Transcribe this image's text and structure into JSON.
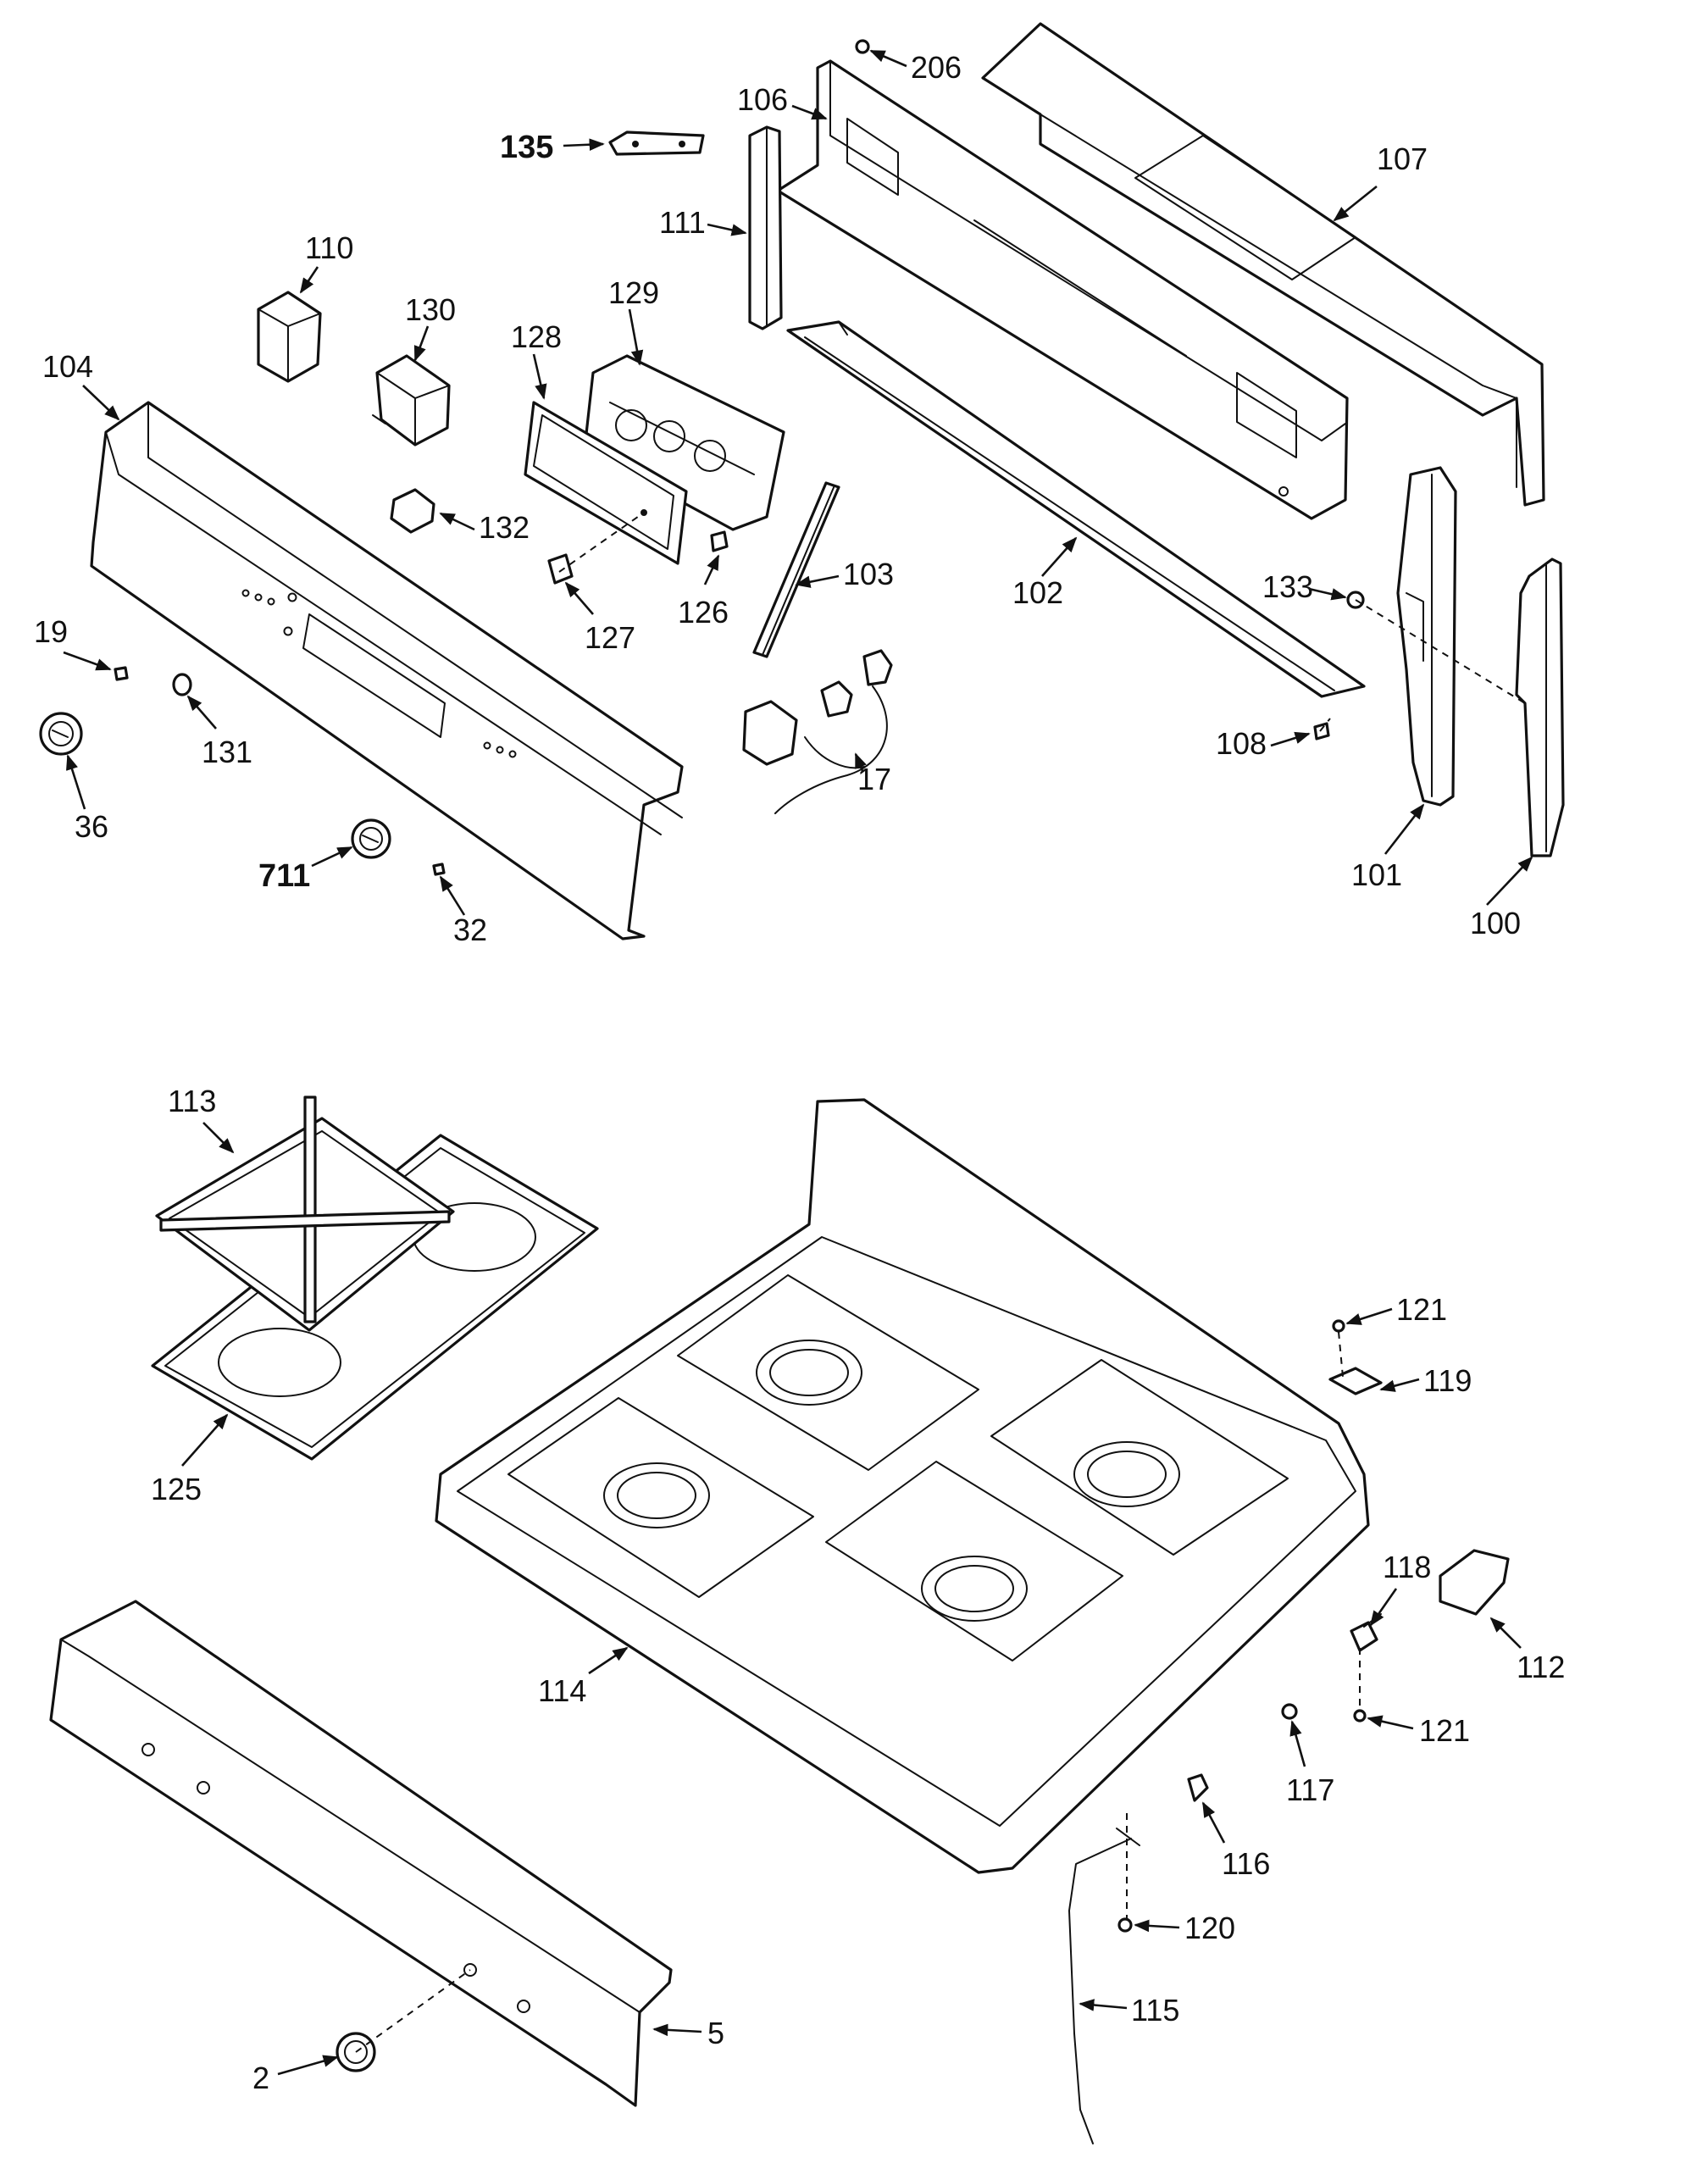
{
  "callouts": [
    {
      "id": "p206",
      "text": "206"
    },
    {
      "id": "p106",
      "text": "106"
    },
    {
      "id": "p135",
      "text": "135"
    },
    {
      "id": "p107",
      "text": "107"
    },
    {
      "id": "p111",
      "text": "111"
    },
    {
      "id": "p110",
      "text": "110"
    },
    {
      "id": "p130",
      "text": "130"
    },
    {
      "id": "p129",
      "text": "129"
    },
    {
      "id": "p128",
      "text": "128"
    },
    {
      "id": "p104",
      "text": "104"
    },
    {
      "id": "p132",
      "text": "132"
    },
    {
      "id": "p103",
      "text": "103"
    },
    {
      "id": "p102",
      "text": "102"
    },
    {
      "id": "p133",
      "text": "133"
    },
    {
      "id": "p127",
      "text": "127"
    },
    {
      "id": "p126",
      "text": "126"
    },
    {
      "id": "p19",
      "text": "19"
    },
    {
      "id": "p131",
      "text": "131"
    },
    {
      "id": "p17",
      "text": "17"
    },
    {
      "id": "p108",
      "text": "108"
    },
    {
      "id": "p36",
      "text": "36"
    },
    {
      "id": "p711",
      "text": "711"
    },
    {
      "id": "p32",
      "text": "32"
    },
    {
      "id": "p101",
      "text": "101"
    },
    {
      "id": "p100",
      "text": "100"
    },
    {
      "id": "p113",
      "text": "113"
    },
    {
      "id": "p121a",
      "text": "121"
    },
    {
      "id": "p119",
      "text": "119"
    },
    {
      "id": "p125",
      "text": "125"
    },
    {
      "id": "p118",
      "text": "118"
    },
    {
      "id": "p112",
      "text": "112"
    },
    {
      "id": "p114",
      "text": "114"
    },
    {
      "id": "p121b",
      "text": "121"
    },
    {
      "id": "p117",
      "text": "117"
    },
    {
      "id": "p116",
      "text": "116"
    },
    {
      "id": "p120",
      "text": "120"
    },
    {
      "id": "p115",
      "text": "115"
    },
    {
      "id": "p5",
      "text": "5"
    },
    {
      "id": "p2",
      "text": "2"
    }
  ]
}
